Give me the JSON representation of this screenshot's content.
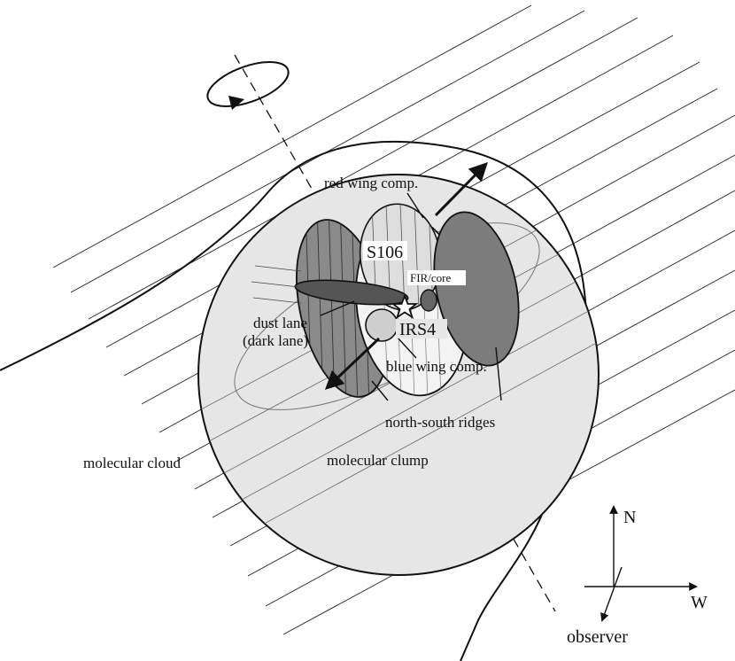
{
  "labels": {
    "red_wing": "red wing comp.",
    "s106": "S106",
    "fir_core": "FIR/core",
    "dust_lane_1": "dust lane",
    "dust_lane_2": "(dark lane)",
    "irs4": "IRS4",
    "blue_wing": "blue wing comp.",
    "ns_ridges": "north-south ridges",
    "molecular_cloud": "molecular cloud",
    "molecular_clump": "molecular clump",
    "compass_n": "N",
    "compass_w": "W",
    "observer": "observer"
  },
  "colors": {
    "clump_fill": "#e6e6e6",
    "lobe_light": "#dedede",
    "lobe_white": "#f3f3f3",
    "ellipse_mid": "#8a8a8a",
    "ellipse_right": "#7c7c7c",
    "dust_lane": "#555555",
    "fir_core": "#666666",
    "irs4_disk": "#cfcfcf",
    "line": "#111111"
  },
  "icons": {
    "star": "star-icon",
    "rotation": "rotation-arrow-icon"
  }
}
